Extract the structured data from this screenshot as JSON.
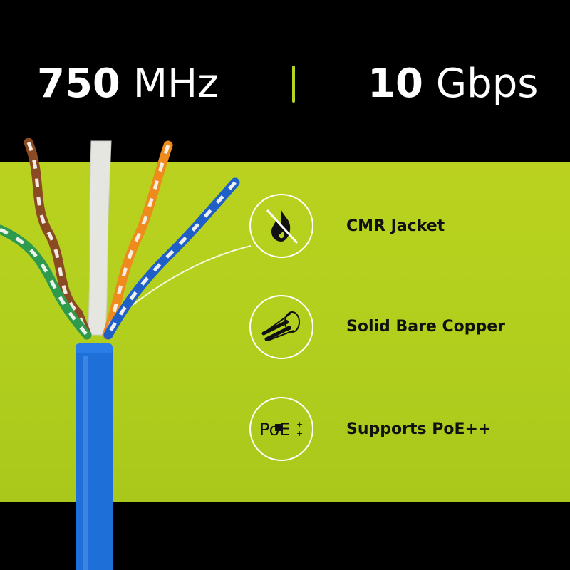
{
  "header": {
    "spec_left_value": "750",
    "spec_left_unit": "MHz",
    "spec_right_value": "10",
    "spec_right_unit": "Gbps"
  },
  "features": [
    {
      "label": "CMR Jacket",
      "icon": "no-flame-icon"
    },
    {
      "label": "Solid Bare Copper",
      "icon": "copper-wire-icon"
    },
    {
      "label": "Supports PoE++",
      "icon": "poe-icon"
    }
  ],
  "poe_icon_text": "PoE",
  "colors": {
    "background": "#000000",
    "accent_green": "#b5d322",
    "cable_blue": "#1f6fd8",
    "text_dark": "#111111",
    "text_light": "#ffffff"
  }
}
